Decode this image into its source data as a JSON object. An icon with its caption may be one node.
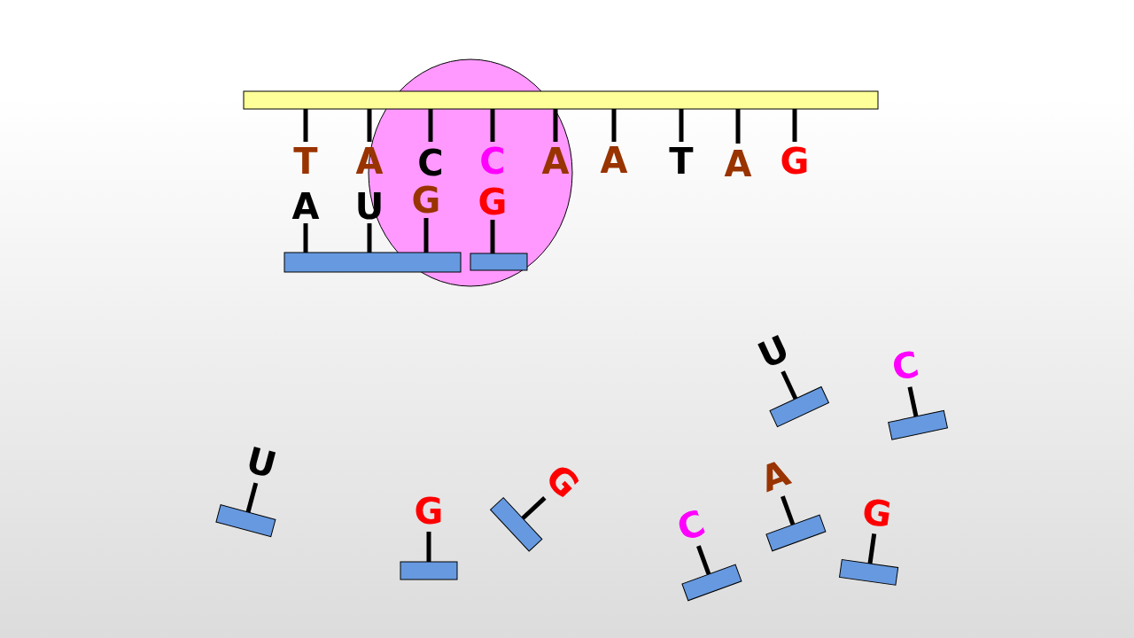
{
  "diagram": {
    "labels": [
      "T",
      "A",
      "C",
      "C",
      "A",
      "A",
      "T",
      "A",
      "G",
      "A",
      "U",
      "G",
      "G",
      "U",
      "C",
      "U",
      "G",
      "A",
      "G",
      "C",
      "G"
    ]
  }
}
